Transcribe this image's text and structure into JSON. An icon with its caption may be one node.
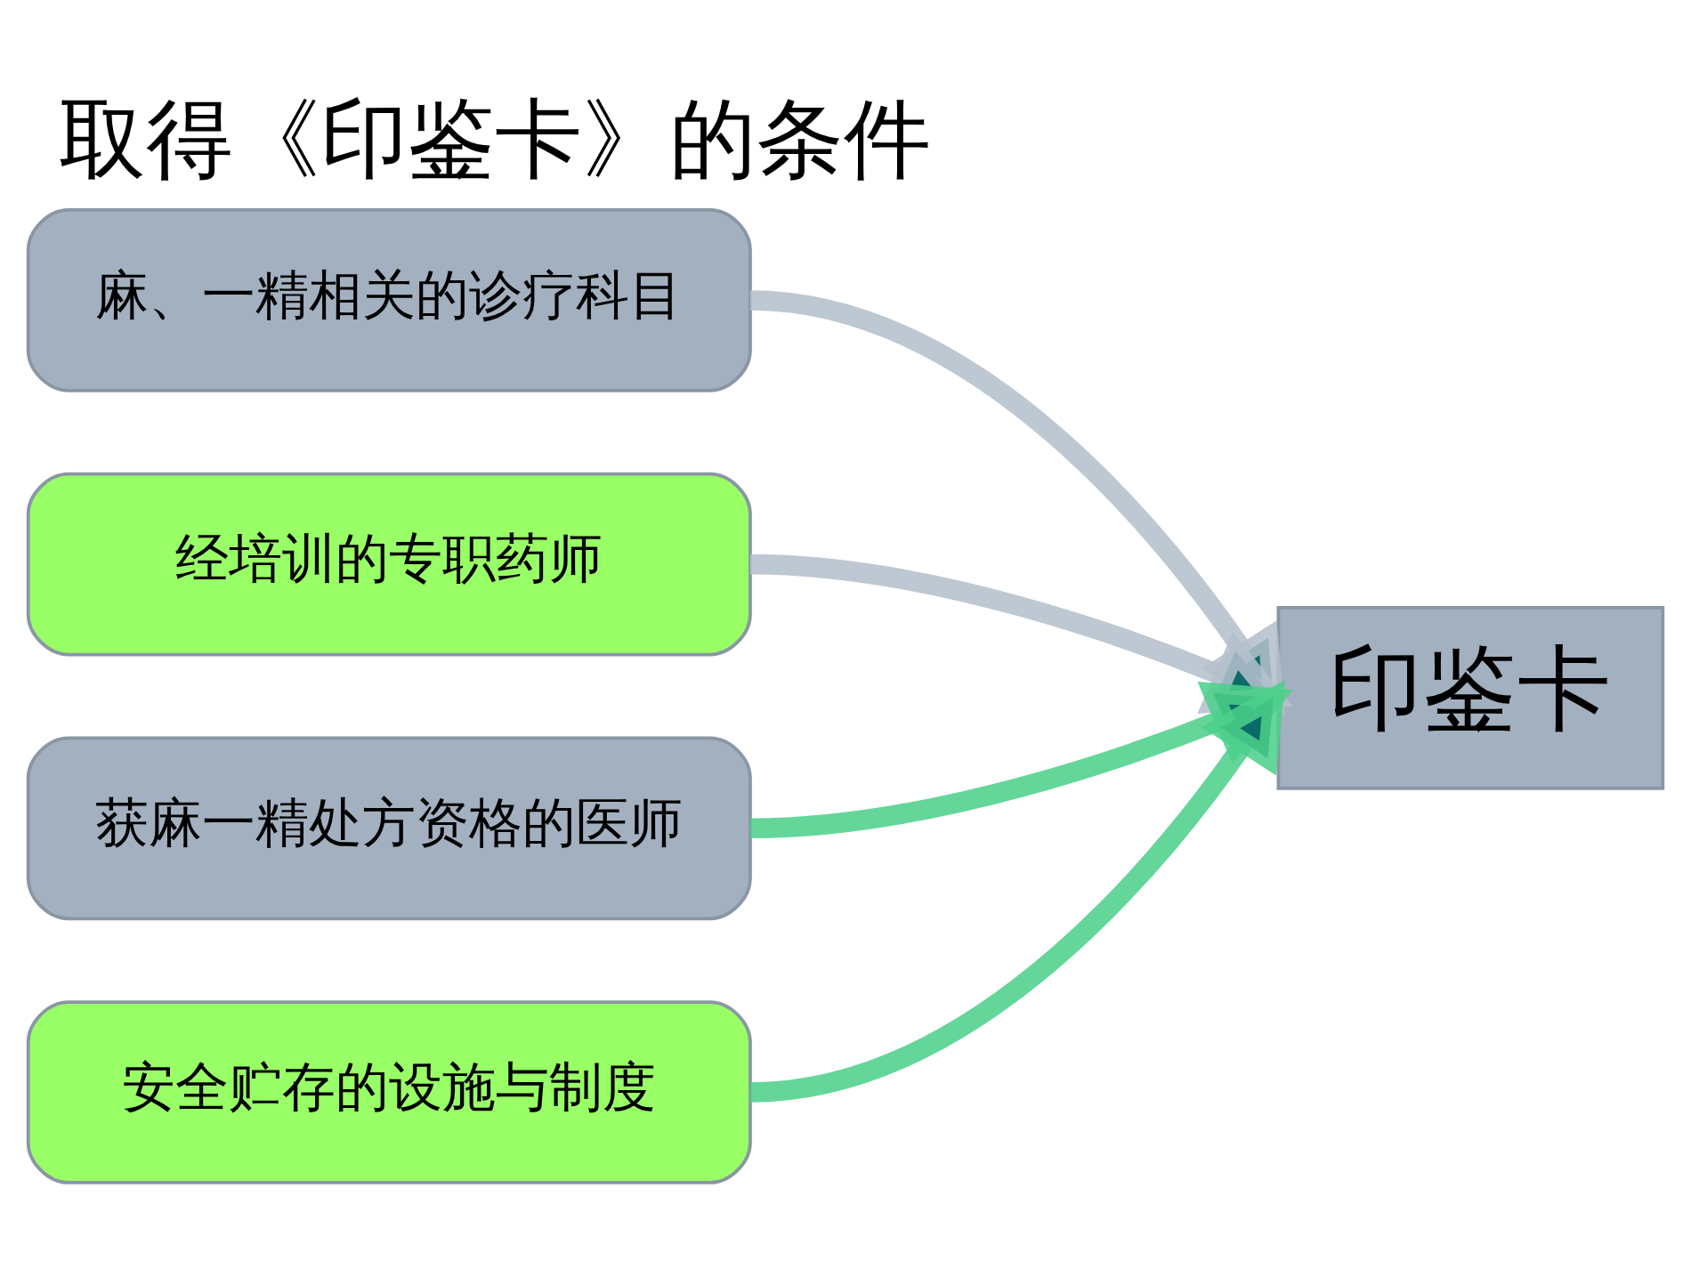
{
  "diagram": {
    "title": "取得《印鉴卡》的条件",
    "nodes": [
      {
        "text": [
          "麻、一精相关的诊疗科目"
        ]
      },
      {
        "text": [
          "经培训的专职药师"
        ]
      },
      {
        "text": [
          "获麻一精处方资格的医师"
        ]
      },
      {
        "text": [
          "安全贮存的设施与制度"
        ]
      },
      {
        "text": [
          "印鉴卡"
        ]
      }
    ],
    "edges": [
      {
        "from": 0,
        "to": 4,
        "arrow": "to",
        "color": "#b4bfcc"
      },
      {
        "from": 1,
        "to": 4,
        "arrow": "to",
        "color": "#b4bfcc"
      },
      {
        "from": 2,
        "to": 4,
        "arrow": "to",
        "color": "#4cd08a"
      },
      {
        "from": 3,
        "to": 4,
        "arrow": "to",
        "color": "#4cd08a"
      }
    ]
  }
}
